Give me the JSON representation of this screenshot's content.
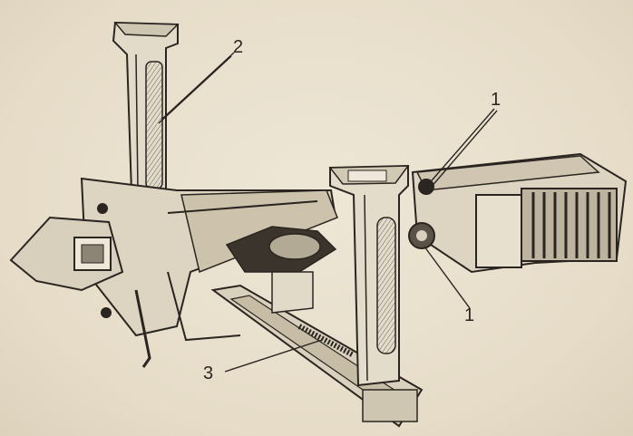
{
  "diagram": {
    "callouts": [
      {
        "id": "c2",
        "text": "2"
      },
      {
        "id": "c1a",
        "text": "1"
      },
      {
        "id": "c1b",
        "text": "1"
      },
      {
        "id": "c3",
        "text": "3"
      }
    ]
  },
  "colors": {
    "paper": "#e9e1cf",
    "ink": "#2a2520",
    "metal_light": "#d8cfbd",
    "metal_shadow": "#8c8474"
  }
}
